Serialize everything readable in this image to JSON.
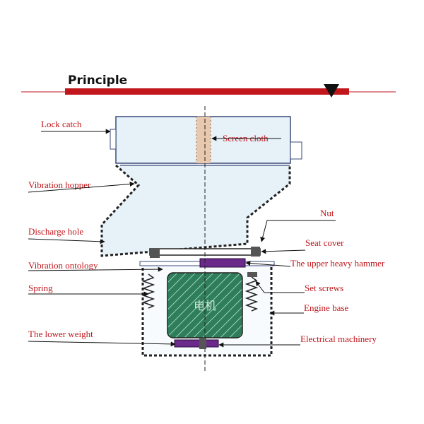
{
  "title": "Principle",
  "watermark": "电机",
  "colors": {
    "accent": "#c0161c",
    "label": "#c0161c",
    "outline": "#3a4a7a",
    "motor_fill": "#2e7d5b",
    "hopper_fill": "#e6f1f8",
    "screen_cloth": "#e8c9ae",
    "weight_fill": "#6a2a8a"
  },
  "labels": {
    "lock_catch": "Lock catch",
    "screen_cloth": "Screen cloth",
    "vibration_hopper": "Vibration hopper",
    "nut": "Nut",
    "discharge_hole": "Discharge hole",
    "seat_cover": "Seat cover",
    "vibration_ontology": "Vibration ontology",
    "upper_heavy_hammer": "The upper heavy hammer",
    "spring": "Spring",
    "set_screws": "Set screws",
    "engine_base": "Engine base",
    "lower_weight": "The lower weight",
    "electrical_machinery": "Electrical machinery"
  }
}
